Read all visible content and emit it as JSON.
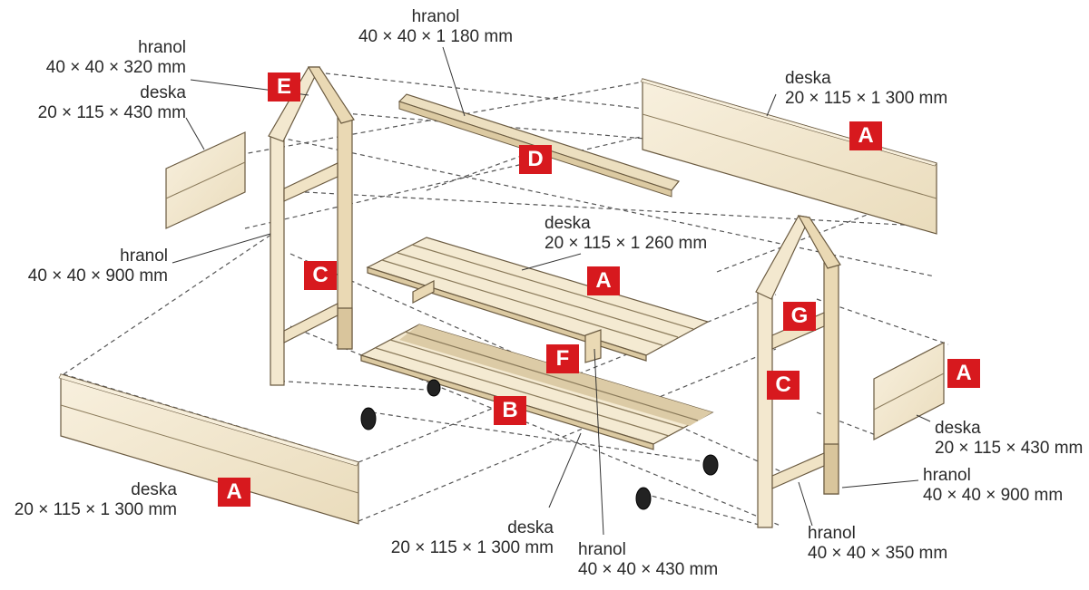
{
  "colors": {
    "wood": "#f1e6cc",
    "wood_light": "#f7efdc",
    "wood_shade": "#dcc9a2",
    "outline": "#6a5a40",
    "dash": "#444444",
    "badge": "#d7191e",
    "text": "#2a2a2a",
    "wheel": "#222222"
  },
  "parts": {
    "A": "A",
    "B": "B",
    "C": "C",
    "D": "D",
    "E": "E",
    "F": "F",
    "G": "G"
  },
  "labels": {
    "top_beam": {
      "line1": "hranol",
      "line2": "40 × 40 × 1 180 mm"
    },
    "gable_beam": {
      "line1": "hranol",
      "line2": "40 × 40 × 320 mm"
    },
    "gable_board": {
      "line1": "deska",
      "line2": "20 × 115 × 430 mm"
    },
    "back_board": {
      "line1": "deska",
      "line2": "20 × 115 × 1 300 mm"
    },
    "shelf_board": {
      "line1": "deska",
      "line2": "20 × 115 × 1 260 mm"
    },
    "left_post": {
      "line1": "hranol",
      "line2": "40 × 40 × 900 mm"
    },
    "front_board": {
      "line1": "deska",
      "line2": "20 × 115 × 1 300 mm"
    },
    "bottom_board": {
      "line1": "deska",
      "line2": "20 × 115 × 1 300 mm"
    },
    "center_beam": {
      "line1": "hranol",
      "line2": "40 × 40 × 430 mm"
    },
    "right_board": {
      "line1": "deska",
      "line2": "20 × 115 × 430 mm"
    },
    "right_post": {
      "line1": "hranol",
      "line2": "40 × 40 × 900 mm"
    },
    "cross_beam": {
      "line1": "hranol",
      "line2": "40 × 40 × 350 mm"
    }
  }
}
